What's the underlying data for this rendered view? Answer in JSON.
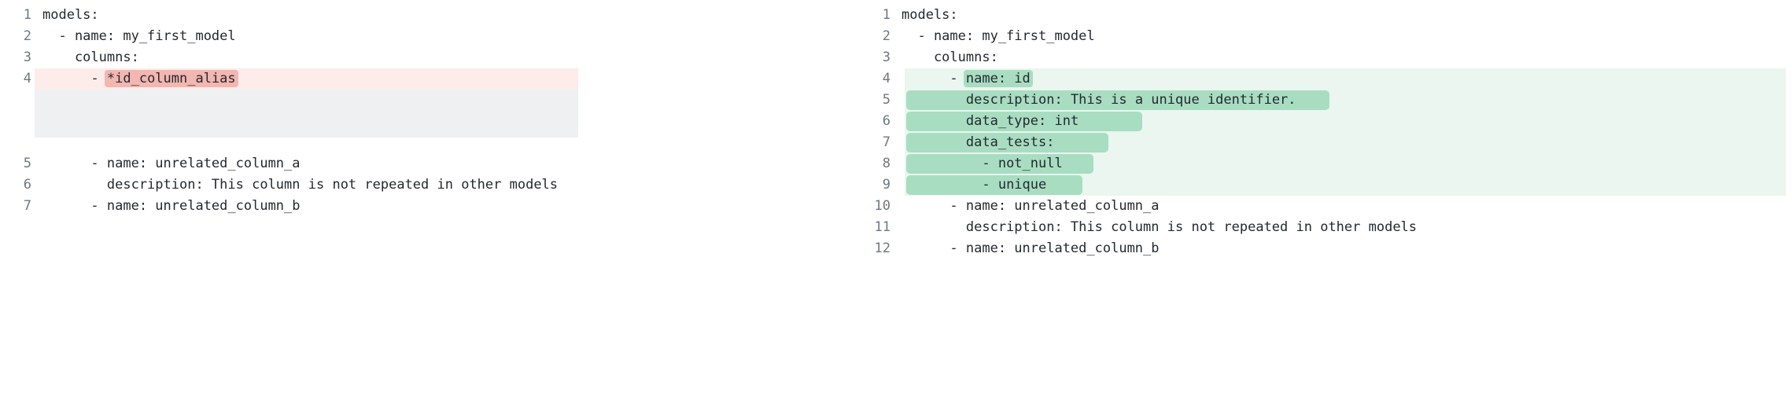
{
  "colors": {
    "text": "#24292f",
    "line_number": "#6e7781",
    "removed_band": "#fdecea",
    "removed_token": "#f3b6b0",
    "added_band": "#eaf6ef",
    "added_token": "#a8ddc2",
    "placeholder_block": "#eef0f2",
    "page_background": "#ffffff"
  },
  "left_pane": {
    "name": "before-yaml-pane",
    "lines": [
      {
        "number": "1",
        "text": "models:",
        "state": "normal"
      },
      {
        "number": "2",
        "text": "  - name: my_first_model",
        "state": "normal"
      },
      {
        "number": "3",
        "text": "    columns:",
        "state": "normal"
      },
      {
        "number": "4",
        "text": "      - ",
        "token": "*id_column_alias",
        "state": "removed"
      },
      {
        "number": "5",
        "text": "      - name: unrelated_column_a",
        "state": "normal"
      },
      {
        "number": "6",
        "text": "        description: This column is not repeated in other models",
        "state": "normal"
      },
      {
        "number": "7",
        "text": "      - name: unrelated_column_b",
        "state": "normal"
      }
    ]
  },
  "right_pane": {
    "name": "after-yaml-pane",
    "lines": [
      {
        "number": "1",
        "text": "models:",
        "state": "normal"
      },
      {
        "number": "2",
        "text": "  - name: my_first_model",
        "state": "normal"
      },
      {
        "number": "3",
        "text": "    columns:",
        "state": "normal"
      },
      {
        "number": "4",
        "text": "      - ",
        "token": "name: id",
        "state": "added"
      },
      {
        "number": "5",
        "text": "        ",
        "token": "description: This is a unique identifier.",
        "state": "added",
        "full_row_token": true
      },
      {
        "number": "6",
        "text": "        ",
        "token": "data_type: int",
        "state": "added",
        "full_row_token": true
      },
      {
        "number": "7",
        "text": "        ",
        "token": "data_tests:",
        "state": "added",
        "full_row_token": true
      },
      {
        "number": "8",
        "text": "          ",
        "token": "- not_null",
        "state": "added",
        "full_row_token": true
      },
      {
        "number": "9",
        "text": "          ",
        "token": "- unique",
        "state": "added",
        "full_row_token": true
      },
      {
        "number": "10",
        "text": "      - name: unrelated_column_a",
        "state": "normal"
      },
      {
        "number": "11",
        "text": "        description: This column is not repeated in other models",
        "state": "normal"
      },
      {
        "number": "12",
        "text": "      - name: unrelated_column_b",
        "state": "normal"
      }
    ]
  }
}
